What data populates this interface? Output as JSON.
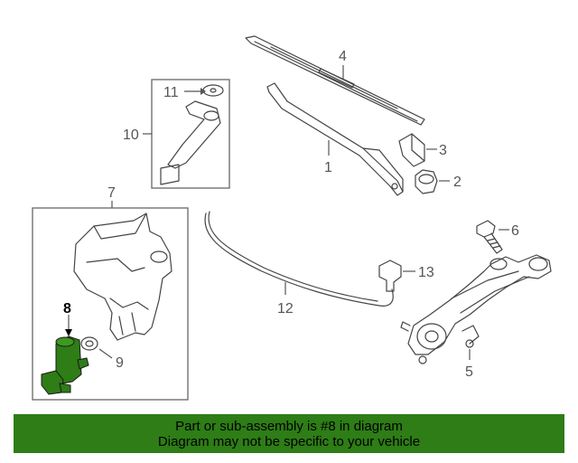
{
  "diagram": {
    "highlight_color": "#2e7d16",
    "callouts": {
      "c1": "1",
      "c2": "2",
      "c3": "3",
      "c4": "4",
      "c5": "5",
      "c6": "6",
      "c7": "7",
      "c8": "8",
      "c9": "9",
      "c10": "10",
      "c11": "11",
      "c12": "12",
      "c13": "13"
    }
  },
  "banner": {
    "line1": "Part or sub-assembly is #8 in diagram",
    "line2": "Diagram may not be specific to your vehicle"
  }
}
